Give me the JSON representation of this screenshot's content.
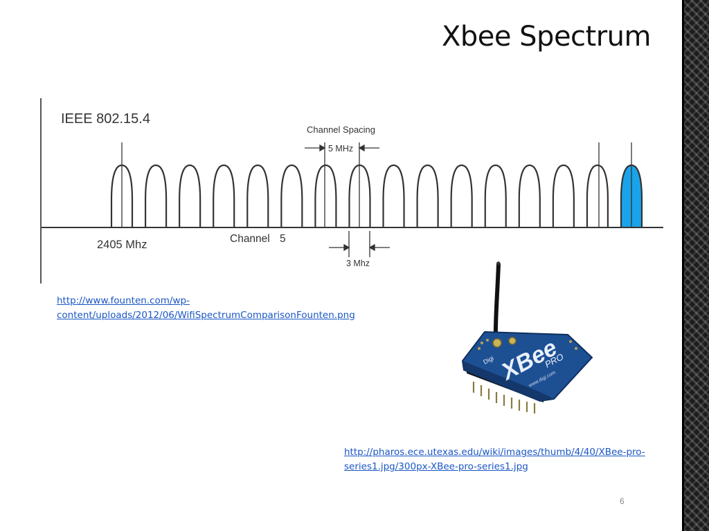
{
  "slide": {
    "title": "Xbee Spectrum",
    "page_number": "6"
  },
  "diagram": {
    "standard_label": "IEEE 802.15.4",
    "channel_spacing_label": "Channel Spacing",
    "spacing_value": "5 MHz",
    "start_frequency": "2405 Mhz",
    "channel_label": "Channel",
    "channel_number": "5",
    "bandwidth_value": "3 Mhz",
    "channel_count": 16,
    "highlighted_channel_index": 15,
    "highlight_color": "#1aa3e8"
  },
  "links": {
    "spectrum_image_url": "http://www.founten.com/wp-content/uploads/2012/06/WifiSpectrumComparisonFounten.png",
    "module_image_url": "http://pharos.ece.utexas.edu/wiki/images/thumb/4/40/XBee-pro-series1.jpg/300px-XBee-pro-series1.jpg"
  },
  "module_image": {
    "brand": "XBee",
    "model": "PRO",
    "maker": "Digi",
    "website": "www.digi.com"
  }
}
